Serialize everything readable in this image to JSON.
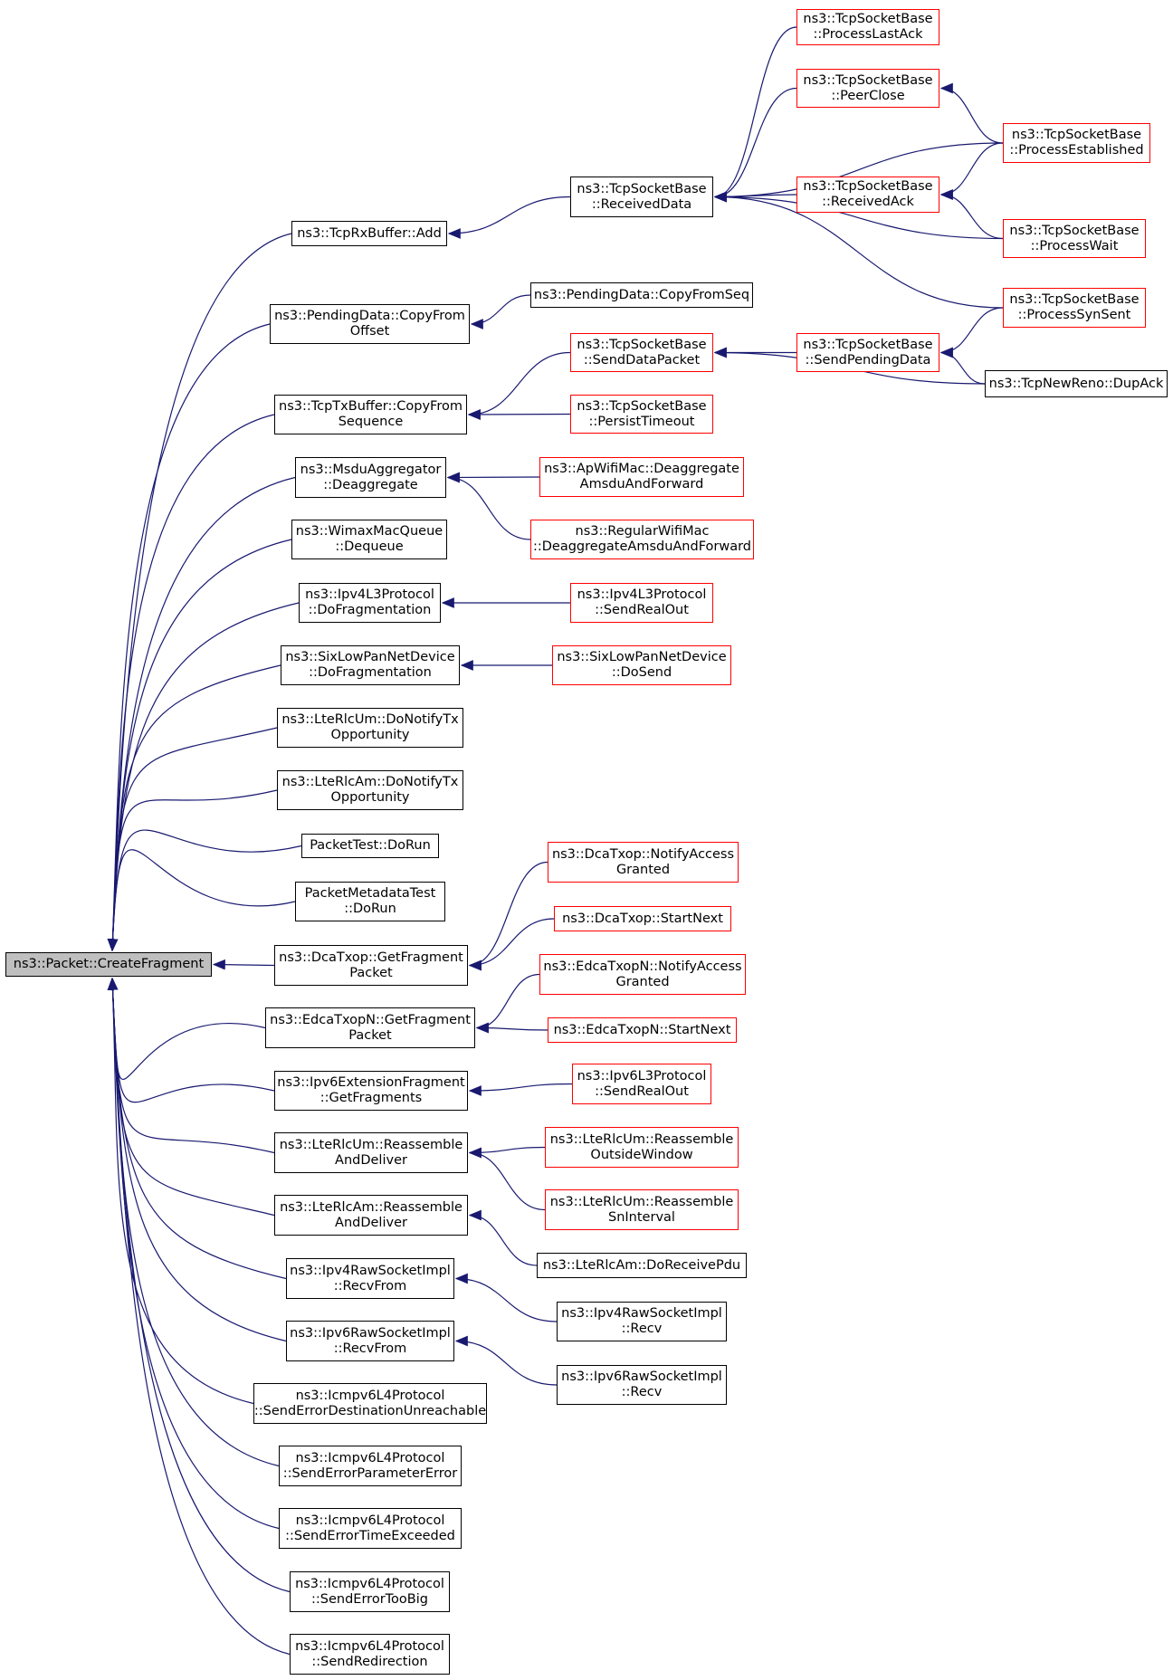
{
  "colors": {
    "edge": "#191970",
    "node_border": "#000000",
    "node_border_caller_truncated": "#ff0000",
    "root_fill": "#bfbfbf"
  },
  "nodes": {
    "root": "ns3::Packet::CreateFragment",
    "add": "ns3::TcpRxBuffer::Add",
    "received_data": "ns3::TcpSocketBase\n::ReceivedData",
    "process_last_ack": "ns3::TcpSocketBase\n::ProcessLastAck",
    "peer_close": "ns3::TcpSocketBase\n::PeerClose",
    "process_established": "ns3::TcpSocketBase\n::ProcessEstablished",
    "received_ack": "ns3::TcpSocketBase\n::ReceivedAck",
    "process_wait": "ns3::TcpSocketBase\n::ProcessWait",
    "process_syn_sent": "ns3::TcpSocketBase\n::ProcessSynSent",
    "copy_from_offset": "ns3::PendingData::CopyFrom\nOffset",
    "copy_from_seq": "ns3::PendingData::CopyFromSeq",
    "copy_from_sequence": "ns3::TcpTxBuffer::CopyFrom\nSequence",
    "send_data_packet": "ns3::TcpSocketBase\n::SendDataPacket",
    "send_pending_data": "ns3::TcpSocketBase\n::SendPendingData",
    "dup_ack": "ns3::TcpNewReno::DupAck",
    "persist_timeout": "ns3::TcpSocketBase\n::PersistTimeout",
    "deaggregate": "ns3::MsduAggregator\n::Deaggregate",
    "ap_deaggregate": "ns3::ApWifiMac::Deaggregate\nAmsduAndForward",
    "regular_deaggregate": "ns3::RegularWifiMac\n::DeaggregateAmsduAndForward",
    "wimax_dequeue": "ns3::WimaxMacQueue\n::Dequeue",
    "ipv4_do_fragmentation": "ns3::Ipv4L3Protocol\n::DoFragmentation",
    "ipv4_send_real_out": "ns3::Ipv4L3Protocol\n::SendRealOut",
    "sixlowpan_do_fragmentation": "ns3::SixLowPanNetDevice\n::DoFragmentation",
    "sixlowpan_do_send": "ns3::SixLowPanNetDevice\n::DoSend",
    "rlc_um_notify": "ns3::LteRlcUm::DoNotifyTx\nOpportunity",
    "rlc_am_notify": "ns3::LteRlcAm::DoNotifyTx\nOpportunity",
    "packet_test": "PacketTest::DoRun",
    "packet_metadata_test": "PacketMetadataTest\n::DoRun",
    "dca_get_fragment": "ns3::DcaTxop::GetFragment\nPacket",
    "dca_notify_access": "ns3::DcaTxop::NotifyAccess\nGranted",
    "dca_start_next": "ns3::DcaTxop::StartNext",
    "edca_get_fragment": "ns3::EdcaTxopN::GetFragment\nPacket",
    "edca_notify_access": "ns3::EdcaTxopN::NotifyAccess\nGranted",
    "edca_start_next": "ns3::EdcaTxopN::StartNext",
    "ipv6_get_fragments": "ns3::Ipv6ExtensionFragment\n::GetFragments",
    "ipv6_send_real_out": "ns3::Ipv6L3Protocol\n::SendRealOut",
    "rlc_um_reassemble": "ns3::LteRlcUm::Reassemble\nAndDeliver",
    "rlc_um_outside_window": "ns3::LteRlcUm::Reassemble\nOutsideWindow",
    "rlc_um_sn_interval": "ns3::LteRlcUm::Reassemble\nSnInterval",
    "rlc_am_reassemble": "ns3::LteRlcAm::Reassemble\nAndDeliver",
    "rlc_am_receive_pdu": "ns3::LteRlcAm::DoReceivePdu",
    "ipv4_raw_recv_from": "ns3::Ipv4RawSocketImpl\n::RecvFrom",
    "ipv4_raw_recv": "ns3::Ipv4RawSocketImpl\n::Recv",
    "ipv6_raw_recv_from": "ns3::Ipv6RawSocketImpl\n::RecvFrom",
    "ipv6_raw_recv": "ns3::Ipv6RawSocketImpl\n::Recv",
    "icmp_dest_unreach": "ns3::Icmpv6L4Protocol\n::SendErrorDestinationUnreachable",
    "icmp_param_error": "ns3::Icmpv6L4Protocol\n::SendErrorParameterError",
    "icmp_time_exceeded": "ns3::Icmpv6L4Protocol\n::SendErrorTimeExceeded",
    "icmp_too_big": "ns3::Icmpv6L4Protocol\n::SendErrorTooBig",
    "icmp_redirection": "ns3::Icmpv6L4Protocol\n::SendRedirection"
  },
  "edges": [
    [
      "add",
      "root"
    ],
    [
      "copy_from_offset",
      "root"
    ],
    [
      "copy_from_sequence",
      "root"
    ],
    [
      "deaggregate",
      "root"
    ],
    [
      "wimax_dequeue",
      "root"
    ],
    [
      "ipv4_do_fragmentation",
      "root"
    ],
    [
      "sixlowpan_do_fragmentation",
      "root"
    ],
    [
      "rlc_um_notify",
      "root"
    ],
    [
      "rlc_am_notify",
      "root"
    ],
    [
      "packet_test",
      "root"
    ],
    [
      "packet_metadata_test",
      "root"
    ],
    [
      "dca_get_fragment",
      "root"
    ],
    [
      "edca_get_fragment",
      "root"
    ],
    [
      "ipv6_get_fragments",
      "root"
    ],
    [
      "rlc_um_reassemble",
      "root"
    ],
    [
      "rlc_am_reassemble",
      "root"
    ],
    [
      "ipv4_raw_recv_from",
      "root"
    ],
    [
      "ipv6_raw_recv_from",
      "root"
    ],
    [
      "icmp_dest_unreach",
      "root"
    ],
    [
      "icmp_param_error",
      "root"
    ],
    [
      "icmp_time_exceeded",
      "root"
    ],
    [
      "icmp_too_big",
      "root"
    ],
    [
      "icmp_redirection",
      "root"
    ],
    [
      "received_data",
      "add"
    ],
    [
      "process_last_ack",
      "received_data"
    ],
    [
      "peer_close",
      "received_data"
    ],
    [
      "process_established",
      "received_data"
    ],
    [
      "received_ack",
      "received_data"
    ],
    [
      "process_wait",
      "received_data"
    ],
    [
      "process_syn_sent",
      "received_data"
    ],
    [
      "process_established",
      "peer_close"
    ],
    [
      "process_established",
      "received_ack"
    ],
    [
      "process_wait",
      "received_ack"
    ],
    [
      "copy_from_seq",
      "copy_from_offset"
    ],
    [
      "send_data_packet",
      "copy_from_sequence"
    ],
    [
      "persist_timeout",
      "copy_from_sequence"
    ],
    [
      "send_pending_data",
      "send_data_packet"
    ],
    [
      "dup_ack",
      "send_data_packet"
    ],
    [
      "process_syn_sent",
      "send_pending_data"
    ],
    [
      "dup_ack",
      "send_pending_data"
    ],
    [
      "ap_deaggregate",
      "deaggregate"
    ],
    [
      "regular_deaggregate",
      "deaggregate"
    ],
    [
      "ipv4_send_real_out",
      "ipv4_do_fragmentation"
    ],
    [
      "sixlowpan_do_send",
      "sixlowpan_do_fragmentation"
    ],
    [
      "dca_notify_access",
      "dca_get_fragment"
    ],
    [
      "dca_start_next",
      "dca_get_fragment"
    ],
    [
      "edca_notify_access",
      "edca_get_fragment"
    ],
    [
      "edca_start_next",
      "edca_get_fragment"
    ],
    [
      "ipv6_send_real_out",
      "ipv6_get_fragments"
    ],
    [
      "rlc_um_outside_window",
      "rlc_um_reassemble"
    ],
    [
      "rlc_um_sn_interval",
      "rlc_um_reassemble"
    ],
    [
      "rlc_am_receive_pdu",
      "rlc_am_reassemble"
    ],
    [
      "ipv4_raw_recv",
      "ipv4_raw_recv_from"
    ],
    [
      "ipv6_raw_recv",
      "ipv6_raw_recv_from"
    ]
  ]
}
